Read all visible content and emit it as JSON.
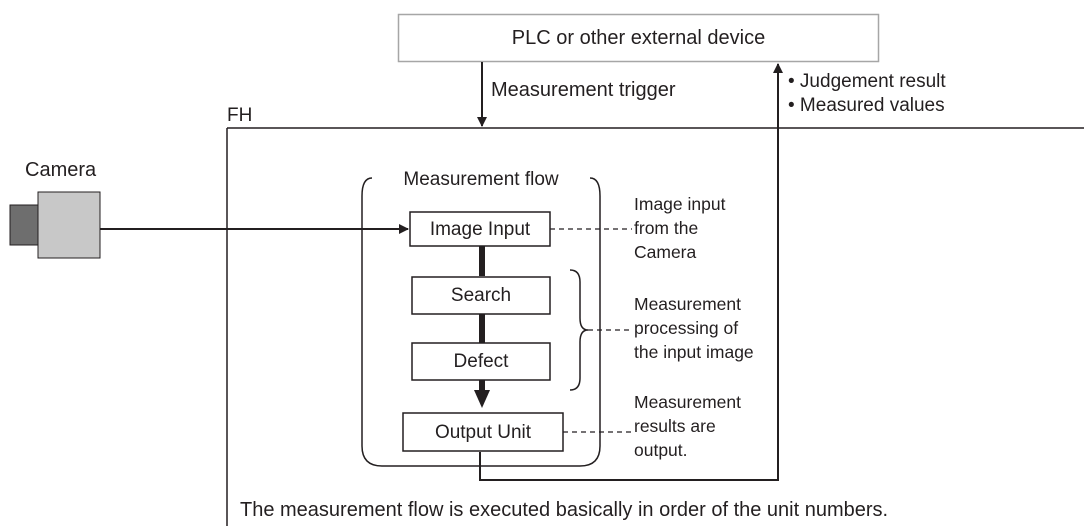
{
  "device": {
    "label": "PLC or other external device"
  },
  "trigger": {
    "label": "Measurement trigger"
  },
  "outputs": {
    "items": [
      "• Judgement result",
      "• Measured values"
    ]
  },
  "controller": {
    "label": "FH"
  },
  "camera": {
    "label": "Camera"
  },
  "flow": {
    "title": "Measurement flow",
    "units": [
      "Image Input",
      "Search",
      "Defect",
      "Output Unit"
    ]
  },
  "notes": {
    "image_input": [
      "Image input",
      "from the",
      "Camera"
    ],
    "processing": [
      "Measurement",
      "processing of",
      "the input image"
    ],
    "output": [
      "Measurement",
      "results are",
      "output."
    ]
  },
  "footer": {
    "caption": "The measurement flow is executed basically in order of the unit numbers."
  },
  "colors": {
    "line": "#231f20",
    "box_border": "#a6a6a6",
    "camera_body": "#c8c8c8",
    "camera_lens": "#6e6e6e"
  }
}
